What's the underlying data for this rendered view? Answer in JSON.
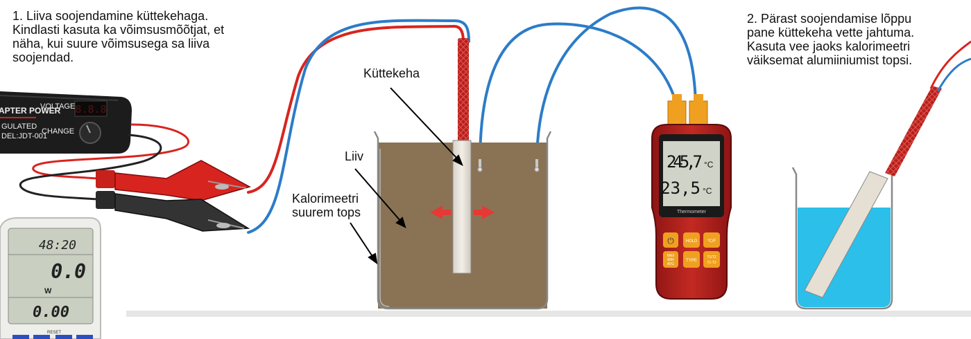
{
  "instructions": {
    "step1": "1. Liiva soojendamine küttekehaga.\nKindlasti kasuta ka võimsusmõõtjat, et\nnäha, kui suure võimsusega sa liiva\nsoojendad.",
    "step2": "2. Pärast soojendamise lõppu\npane küttekeha vette jahtuma.\nKasuta vee jaoks kalorimeetri\nväiksemat alumiiniumist topsi."
  },
  "labels": {
    "heater": "Küttekeha",
    "sand": "Liiv",
    "calorimeter_big_cup": "Kalorimeetri\nsuurem tops"
  },
  "power_adapter": {
    "brand": "APTER POWER",
    "regulated": "GULATED",
    "model": "DEL:JDT-001",
    "voltage_label": "VOLTAGE",
    "change_label": "CHANGE",
    "display": "8.8.8"
  },
  "power_meter": {
    "time": "48:20",
    "power": "0.0",
    "unit": "W",
    "energy": "0.00",
    "button_label": "RESET"
  },
  "thermometer": {
    "t1_value": "245,7",
    "t2_value": "23,5",
    "unit": "°C",
    "model_label": "Thermometer",
    "buttons": {
      "power": "⏻",
      "hold": "HOLD",
      "unit_toggle": "℃/F",
      "max_min_avg": "MAX\nMIN\nAVG",
      "type": "TYPE",
      "t1t2": "T1/T2\nT1-T2"
    }
  },
  "colors": {
    "sand": "#8a7354",
    "water": "#2bbfea",
    "red_wire": "#d8241f",
    "blue_wire": "#2c7cc8",
    "thermometer_body": "#b01d1d"
  }
}
